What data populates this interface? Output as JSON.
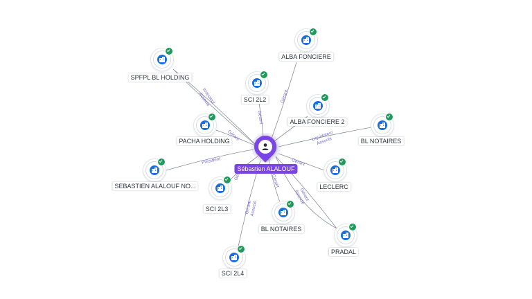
{
  "center": {
    "name": "Sébastien ALALOUF",
    "icon": "user-icon"
  },
  "companies": [
    {
      "id": "spfpl-bl-holding",
      "name": "SPFPL BL HOLDING",
      "icon": "building-icon",
      "badge": "check-icon"
    },
    {
      "id": "alba-fonciere",
      "name": "ALBA FONCIERE",
      "icon": "building-icon",
      "badge": "check-icon"
    },
    {
      "id": "sci-2l2",
      "name": "SCI 2L2",
      "icon": "building-icon",
      "badge": "check-icon"
    },
    {
      "id": "alba-fonciere-2",
      "name": "ALBA FONCIERE 2",
      "icon": "building-icon",
      "badge": "check-icon"
    },
    {
      "id": "bl-notaires-right",
      "name": "BL NOTAIRES",
      "icon": "building-icon",
      "badge": "check-icon"
    },
    {
      "id": "pacha-holding",
      "name": "PACHA HOLDING",
      "icon": "building-icon",
      "badge": "check-icon"
    },
    {
      "id": "sebastien-alalouf-no",
      "name": "SEBASTIEN ALALOUF NO...",
      "icon": "building-icon",
      "badge": "check-icon"
    },
    {
      "id": "leclerc",
      "name": "LECLERC",
      "icon": "building-icon",
      "badge": "check-icon"
    },
    {
      "id": "sci-2l3",
      "name": "SCI 2L3",
      "icon": "building-icon",
      "badge": "check-icon"
    },
    {
      "id": "bl-notaires-bottom",
      "name": "BL NOTAIRES",
      "icon": "building-icon",
      "badge": "check-icon"
    },
    {
      "id": "pradal",
      "name": "PRADAL",
      "icon": "building-icon",
      "badge": "check-icon"
    },
    {
      "id": "sci-2l4",
      "name": "SCI 2L4",
      "icon": "building-icon",
      "badge": "check-icon"
    }
  ],
  "relations": [
    {
      "id": "r-spfpl",
      "labels": [
        "Investeur",
        "Associé"
      ]
    },
    {
      "id": "r-alba",
      "labels": [
        "Gérant"
      ]
    },
    {
      "id": "r-sci2l2",
      "labels": [
        "Gérant"
      ]
    },
    {
      "id": "r-alba2",
      "labels": []
    },
    {
      "id": "r-blnotaires-right",
      "labels": [
        "Liquidateur",
        "Associé"
      ]
    },
    {
      "id": "r-pacha",
      "labels": [
        "Gérant"
      ]
    },
    {
      "id": "r-sebastien",
      "labels": [
        "Président"
      ]
    },
    {
      "id": "r-leclerc",
      "labels": [
        "Gérant"
      ]
    },
    {
      "id": "r-sci2l3",
      "labels": [
        "Gérant"
      ]
    },
    {
      "id": "r-blnotaires-bottom",
      "labels": [
        "Gérant"
      ]
    },
    {
      "id": "r-pradal",
      "labels": [
        "Gérant",
        "Associé"
      ]
    },
    {
      "id": "r-sci2l4",
      "labels": [
        "Gérant",
        "Associé"
      ]
    }
  ]
}
